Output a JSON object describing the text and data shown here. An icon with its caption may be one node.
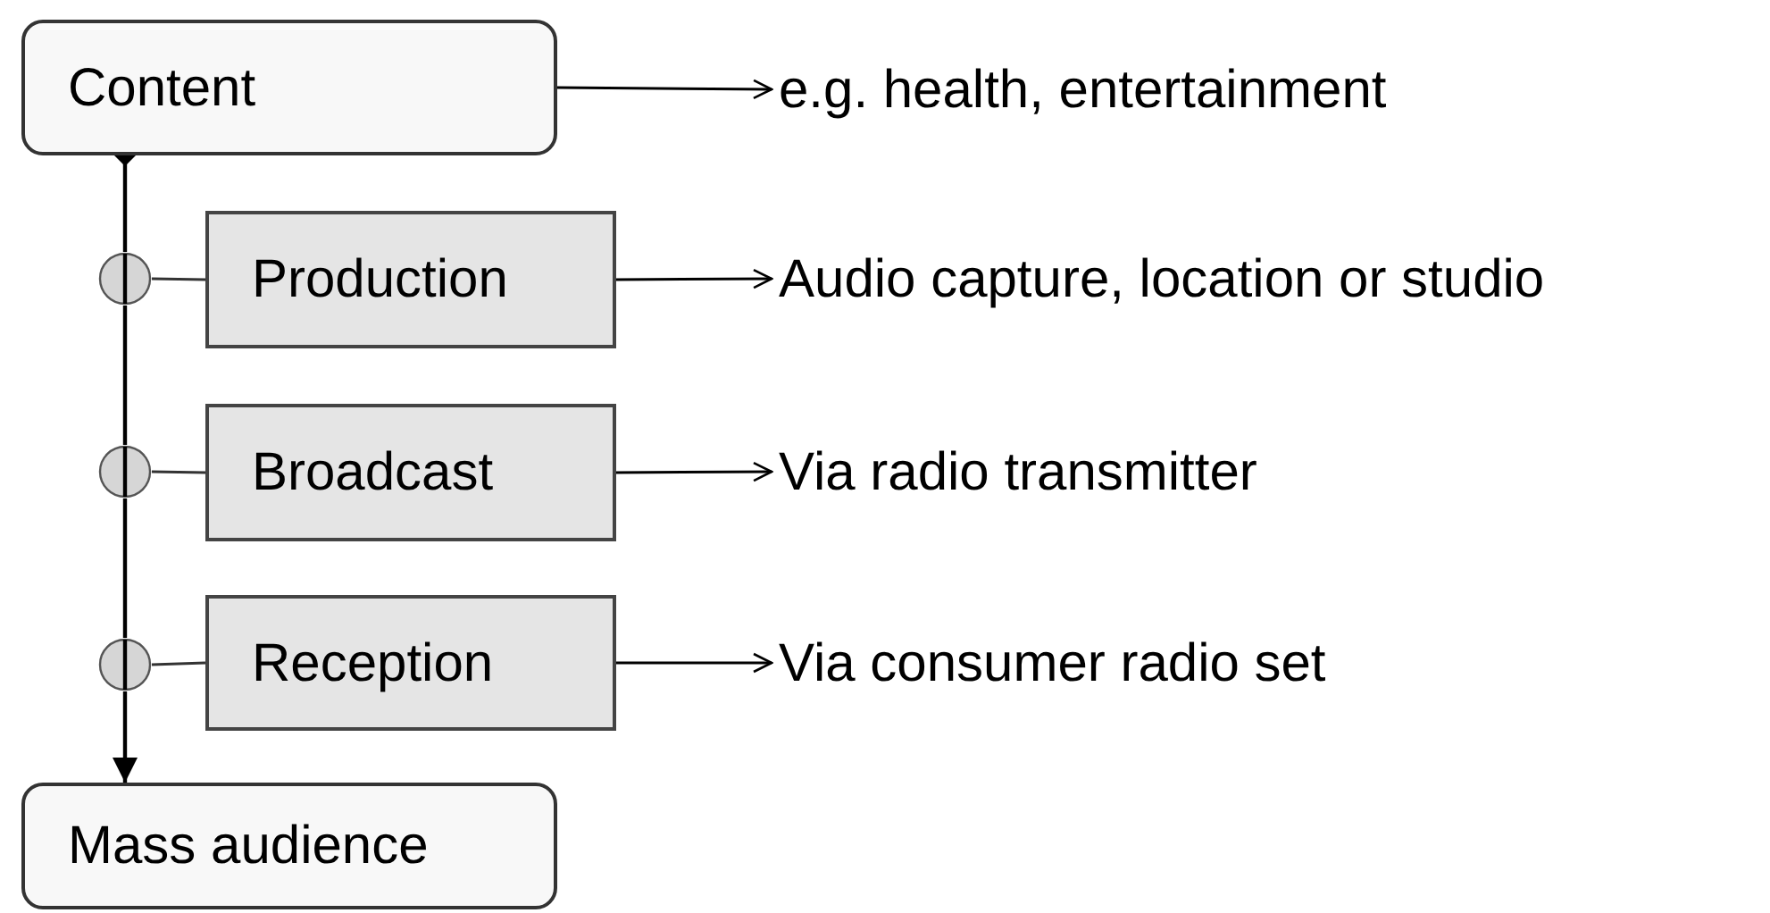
{
  "diagram": {
    "nodes": [
      {
        "text": [
          "Content"
        ]
      },
      {
        "text": [
          "e.g. health, entertainment"
        ]
      },
      {
        "text": [],
        "shape": "circle"
      },
      {
        "text": [
          "Production"
        ]
      },
      {
        "text": [
          "Audio capture, location or studio"
        ]
      },
      {
        "text": [],
        "shape": "circle"
      },
      {
        "text": [
          "Broadcast"
        ]
      },
      {
        "text": [
          "Via radio transmitter"
        ]
      },
      {
        "text": [],
        "shape": "circle"
      },
      {
        "text": [
          "Reception"
        ]
      },
      {
        "text": [
          "Via consumer radio set"
        ]
      },
      {
        "text": [
          "Mass audience"
        ]
      }
    ],
    "edges": [
      {
        "from": 0,
        "to": 1,
        "arrow": "to"
      },
      {
        "from": 0,
        "to": 2,
        "arrow": "other"
      },
      {
        "from": 2,
        "to": 5,
        "arrow": "none"
      },
      {
        "from": 5,
        "to": 8,
        "arrow": "none"
      },
      {
        "from": 8,
        "to": 11,
        "arrow": "to"
      },
      {
        "from": 2,
        "to": 3,
        "arrow": "none"
      },
      {
        "from": 3,
        "to": 4,
        "arrow": "to"
      },
      {
        "from": 5,
        "to": 6,
        "arrow": "none"
      },
      {
        "from": 6,
        "to": 7,
        "arrow": "to"
      },
      {
        "from": 8,
        "to": 9,
        "arrow": "none"
      },
      {
        "from": 9,
        "to": 10,
        "arrow": "to"
      }
    ]
  }
}
